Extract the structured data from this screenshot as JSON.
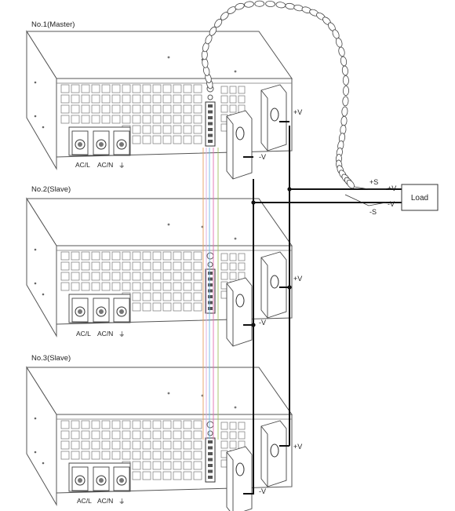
{
  "units": [
    {
      "title": "No.1(Master)",
      "terminals": [
        "AC/L",
        "AC/N",
        "⏚"
      ],
      "plus_v": "+V",
      "minus_v": "-V"
    },
    {
      "title": "No.2(Slave)",
      "terminals": [
        "AC/L",
        "AC/N",
        "⏚"
      ],
      "plus_v": "+V",
      "minus_v": "-V"
    },
    {
      "title": "No.3(Slave)",
      "terminals": [
        "AC/L",
        "AC/N",
        "⏚"
      ],
      "plus_v": "+V",
      "minus_v": "-V"
    }
  ],
  "load": {
    "label": "Load",
    "plus_s": "+S",
    "minus_s": "-S",
    "plus_v": "+V",
    "minus_v": "-V"
  },
  "signal_line_colors": [
    "#e8a060",
    "#d9a8e0",
    "#6fb8e8",
    "#e06fb0",
    "#a0c060"
  ],
  "icons": [
    "ground-symbol-icon",
    "twisted-sense-cable-icon",
    "terminal-block-icon",
    "output-busbar-icon",
    "ventilation-grill-icon"
  ]
}
